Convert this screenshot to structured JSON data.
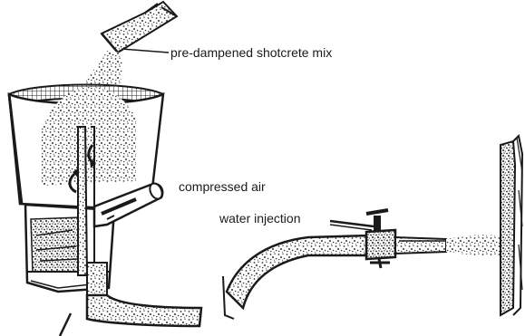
{
  "diagram": {
    "labels": {
      "mix": "pre-dampened shotcrete mix",
      "air": "compressed air",
      "water": "water injection"
    },
    "colors": {
      "ink": "#1a1a1a",
      "speckle": "#333333",
      "paper": "#ffffff"
    }
  }
}
